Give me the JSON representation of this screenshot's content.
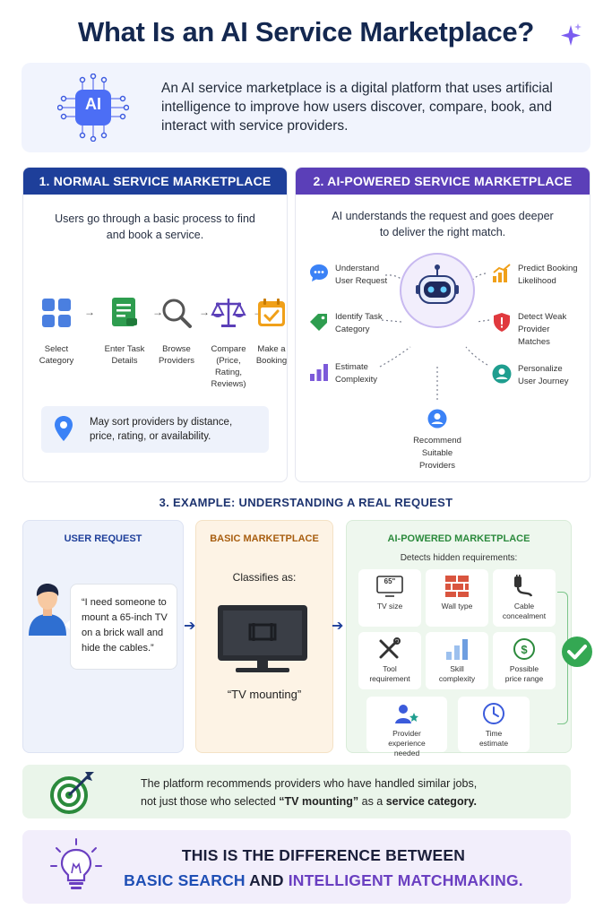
{
  "title": "What Is an AI Service Marketplace?",
  "intro": {
    "chip_label": "AI",
    "text": "An AI service marketplace is a digital platform that uses artificial intelligence to improve how users discover, compare, book, and interact with service providers."
  },
  "normal": {
    "header": "1. NORMAL SERVICE MARKETPLACE",
    "subtitle_1": "Users go through a basic process to find",
    "subtitle_2": "and book a service.",
    "steps": [
      {
        "label_1": "Select",
        "label_2": "Category",
        "label_3": "",
        "icon": "grid-icon"
      },
      {
        "label_1": "Enter Task",
        "label_2": "Details",
        "label_3": "",
        "icon": "form-icon"
      },
      {
        "label_1": "Browse",
        "label_2": "Providers",
        "label_3": "",
        "icon": "search-icon"
      },
      {
        "label_1": "Compare",
        "label_2": "(Price, Rating,",
        "label_3": "Reviews)",
        "icon": "scale-icon"
      },
      {
        "label_1": "Make a",
        "label_2": "Booking",
        "label_3": "",
        "icon": "calendar-icon"
      }
    ],
    "note_1": "May sort providers by distance,",
    "note_2": "price, rating, or availability."
  },
  "ai": {
    "header": "2. AI-POWERED SERVICE MARKETPLACE",
    "subtitle_1": "AI understands the request and goes deeper",
    "subtitle_2": "to deliver the right match.",
    "features": [
      {
        "l1": "Understand",
        "l2": "User Request",
        "l3": ""
      },
      {
        "l1": "Identify Task",
        "l2": "Category",
        "l3": ""
      },
      {
        "l1": "Estimate",
        "l2": "Complexity",
        "l3": ""
      },
      {
        "l1": "Predict Booking",
        "l2": "Likelihood",
        "l3": ""
      },
      {
        "l1": "Detect Weak",
        "l2": "Provider",
        "l3": "Matches"
      },
      {
        "l1": "Personalize",
        "l2": "User Journey",
        "l3": ""
      },
      {
        "l1": "Recommend",
        "l2": "Suitable",
        "l3": "Providers"
      }
    ]
  },
  "example": {
    "header": "3. EXAMPLE: UNDERSTANDING A REAL REQUEST",
    "user_request": {
      "header": "USER REQUEST",
      "lines": [
        "“I need someone to",
        "mount a 65-inch TV",
        "on a brick wall and",
        "hide the cables.”"
      ]
    },
    "basic": {
      "header": "BASIC MARKETPLACE",
      "classifies": "Classifies as:",
      "value": "“TV mounting”"
    },
    "ai_market": {
      "header": "AI-POWERED MARKETPLACE",
      "detects": "Detects hidden requirements:",
      "tv_badge": "65\"",
      "reqs": [
        {
          "l1": "TV size",
          "l2": "",
          "l3": ""
        },
        {
          "l1": "Wall type",
          "l2": "",
          "l3": ""
        },
        {
          "l1": "Cable",
          "l2": "concealment",
          "l3": ""
        },
        {
          "l1": "Tool",
          "l2": "requirement",
          "l3": ""
        },
        {
          "l1": "Skill",
          "l2": "complexity",
          "l3": ""
        },
        {
          "l1": "Possible",
          "l2": "price range",
          "l3": ""
        },
        {
          "l1": "Provider",
          "l2": "experience",
          "l3": "needed"
        },
        {
          "l1": "Time",
          "l2": "estimate",
          "l3": ""
        }
      ]
    }
  },
  "recommend": {
    "line1": "The platform recommends providers who have handled similar jobs,",
    "line2_pre": "not just those who selected ",
    "line2_bold1": "“TV mounting”",
    "line2_mid": " as a ",
    "line2_bold2": "service category."
  },
  "difference": {
    "line1": "THIS IS THE DIFFERENCE BETWEEN",
    "part_a": "BASIC SEARCH",
    "part_b": " AND ",
    "part_c": "INTELLIGENT MATCHMAKING."
  },
  "colors": {
    "navy": "#142850",
    "blue_header": "#1e3f9a",
    "purple_header": "#5b3fb8",
    "green": "#2b8a3c",
    "orange": "#a85e10"
  }
}
